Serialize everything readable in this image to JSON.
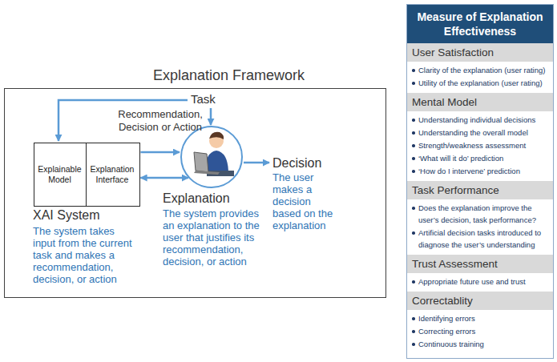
{
  "diagram": {
    "nodes": [
      {
        "text": [
          "Explanation Framework"
        ]
      },
      {
        "text": [
          "XAI System",
          "The system takes input from the current task and makes a recommendation, decision, or action"
        ],
        "in": 0
      },
      {
        "text": [
          "Explainable Model"
        ],
        "in": 1
      },
      {
        "text": [
          "Explanation Interface"
        ],
        "in": 1
      },
      {
        "text": [
          "Measure of Explanation Effectiveness"
        ]
      },
      {
        "text": [
          "User Satisfaction",
          "Clarity of the explanation (user rating)",
          "Utility of the explanation (user rating)"
        ],
        "in": 4
      },
      {
        "text": [
          "Mental Model",
          "Understanding individual decisions",
          "Understanding the overall model",
          "Strength/weakness assessment",
          "‘What will it do’ prediction",
          "‘How do I intervene’ prediction"
        ],
        "in": 4
      },
      {
        "text": [
          "Task Performance",
          "Does the explanation improve the user’s decision, task performance?",
          "Artificial decision tasks introduced to diagnose the user’s understanding"
        ],
        "in": 4
      },
      {
        "text": [
          "Trust Assessment",
          "Appropriate future use and trust"
        ],
        "in": 4
      },
      {
        "text": [
          "Correctablity",
          "Identifying errors",
          "Correcting errors",
          "Continuous training"
        ],
        "in": 4
      }
    ],
    "labels": [
      "Task",
      "Recommendation, Decision or Action",
      "Explanation",
      "The system provides an explanation to the user that justifies its recommendation, decision, or action",
      "Decision",
      "The user makes a decision based on the explanation"
    ]
  }
}
